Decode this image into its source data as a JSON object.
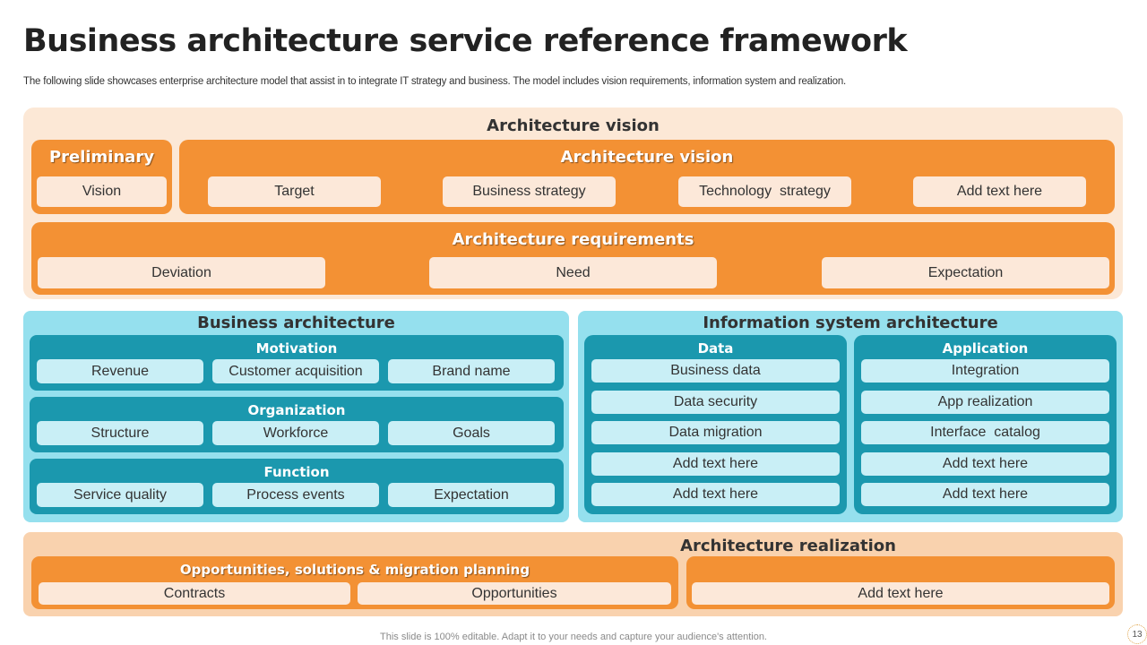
{
  "title": "Business architecture service reference framework",
  "subtitle": "The following slide showcases enterprise architecture model that assist in to integrate IT strategy and business. The model includes vision requirements, information system and realization.",
  "vision_section": {
    "header": "Architecture vision",
    "preliminary": {
      "header": "Preliminary",
      "items": [
        "Vision"
      ]
    },
    "architecture_vision": {
      "header": "Architecture vision",
      "items": [
        "Target",
        "Business strategy",
        "Technology  strategy",
        "Add text here"
      ]
    },
    "requirements": {
      "header": "Architecture requirements",
      "items": [
        "Deviation",
        "Need",
        "Expectation"
      ]
    }
  },
  "business_architecture": {
    "header": "Business architecture",
    "groups": [
      {
        "header": "Motivation",
        "items": [
          "Revenue",
          "Customer acquisition",
          "Brand name"
        ]
      },
      {
        "header": "Organization",
        "items": [
          "Structure",
          "Workforce",
          "Goals"
        ]
      },
      {
        "header": "Function",
        "items": [
          "Service quality",
          "Process events",
          "Expectation"
        ]
      }
    ]
  },
  "information_system": {
    "header": "Information system architecture",
    "data": {
      "header": "Data",
      "items": [
        "Business data",
        "Data security",
        "Data migration",
        "Add text here",
        "Add text here"
      ]
    },
    "application": {
      "header": "Application",
      "items": [
        "Integration",
        "App realization",
        "Interface  catalog",
        "Add text here",
        "Add text here"
      ]
    }
  },
  "realization": {
    "header": "Architecture realization",
    "planning": {
      "header": "Opportunities, solutions & migration planning",
      "items": [
        "Contracts",
        "Opportunities"
      ]
    },
    "other": {
      "items": [
        "Add text here"
      ]
    }
  },
  "footer": "This slide is 100% editable. Adapt it to your needs and capture your audience's attention.",
  "page_number": "13",
  "colors": {
    "orange": "#f39134",
    "pale_orange": "#fce8d6",
    "teal": "#1b98ae",
    "pale_cyan": "#95e0ee"
  }
}
